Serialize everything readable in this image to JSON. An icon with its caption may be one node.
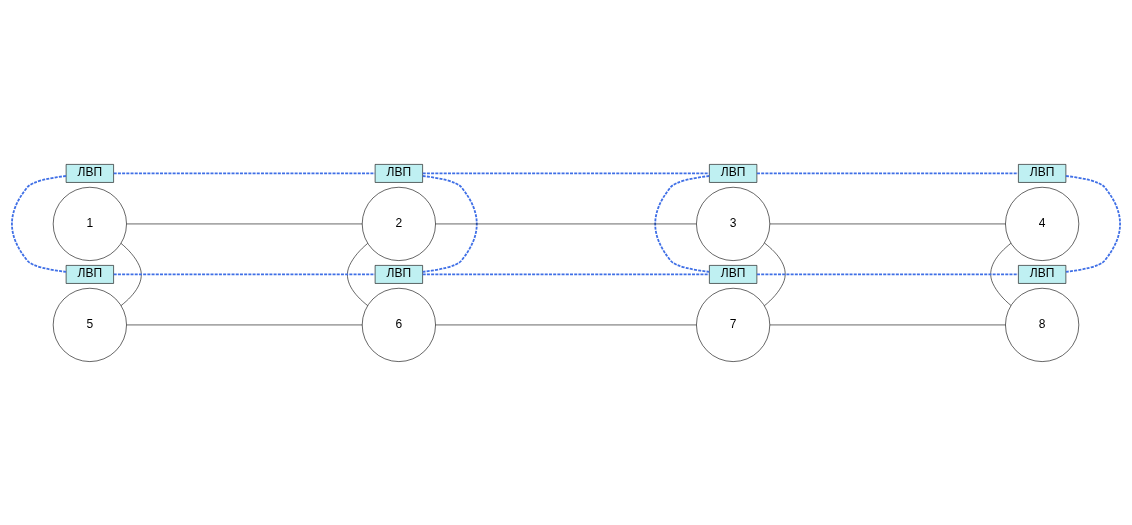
{
  "diagram": {
    "nodes": [
      {
        "text": [
          "ЛВП"
        ]
      },
      {
        "text": [
          "ЛВП"
        ]
      },
      {
        "text": [
          "ЛВП"
        ]
      },
      {
        "text": [
          "ЛВП"
        ]
      },
      {
        "text": [
          "1"
        ]
      },
      {
        "text": [
          "2"
        ]
      },
      {
        "text": [
          "3"
        ]
      },
      {
        "text": [
          "4"
        ]
      },
      {
        "text": [
          "ЛВП"
        ]
      },
      {
        "text": [
          "ЛВП"
        ]
      },
      {
        "text": [
          "ЛВП"
        ]
      },
      {
        "text": [
          "ЛВП"
        ]
      },
      {
        "text": [
          "5"
        ]
      },
      {
        "text": [
          "6"
        ]
      },
      {
        "text": [
          "7"
        ]
      },
      {
        "text": [
          "8"
        ]
      }
    ],
    "edges": [
      {
        "from": 0,
        "to": 1,
        "arrow": "none",
        "style": "dashed",
        "color": "#3f6fe6"
      },
      {
        "from": 1,
        "to": 2,
        "arrow": "none",
        "style": "dashed",
        "color": "#3f6fe6"
      },
      {
        "from": 2,
        "to": 3,
        "arrow": "none",
        "style": "dashed",
        "color": "#3f6fe6"
      },
      {
        "from": 0,
        "to": 8,
        "arrow": "none",
        "style": "dashed",
        "color": "#3f6fe6"
      },
      {
        "from": 1,
        "to": 9,
        "arrow": "none",
        "style": "dashed",
        "color": "#3f6fe6"
      },
      {
        "from": 2,
        "to": 10,
        "arrow": "none",
        "style": "dashed",
        "color": "#3f6fe6"
      },
      {
        "from": 3,
        "to": 11,
        "arrow": "none",
        "style": "dashed",
        "color": "#3f6fe6"
      },
      {
        "from": 8,
        "to": 9,
        "arrow": "none",
        "style": "dashed",
        "color": "#3f6fe6"
      },
      {
        "from": 9,
        "to": 10,
        "arrow": "none",
        "style": "dashed",
        "color": "#3f6fe6"
      },
      {
        "from": 10,
        "to": 11,
        "arrow": "none",
        "style": "dashed",
        "color": "#3f6fe6"
      },
      {
        "from": 4,
        "to": 5,
        "arrow": "none",
        "color": "#000000"
      },
      {
        "from": 5,
        "to": 6,
        "arrow": "none",
        "color": "#000000"
      },
      {
        "from": 6,
        "to": 7,
        "arrow": "none",
        "color": "#000000"
      },
      {
        "from": 4,
        "to": 12,
        "arrow": "none",
        "color": "#000000"
      },
      {
        "from": 5,
        "to": 13,
        "arrow": "none",
        "color": "#000000"
      },
      {
        "from": 6,
        "to": 14,
        "arrow": "none",
        "color": "#000000"
      },
      {
        "from": 7,
        "to": 15,
        "arrow": "none",
        "color": "#000000"
      },
      {
        "from": 12,
        "to": 13,
        "arrow": "none",
        "color": "#000000"
      },
      {
        "from": 13,
        "to": 14,
        "arrow": "none",
        "color": "#000000"
      },
      {
        "from": 14,
        "to": 15,
        "arrow": "none",
        "color": "#000000"
      }
    ]
  }
}
